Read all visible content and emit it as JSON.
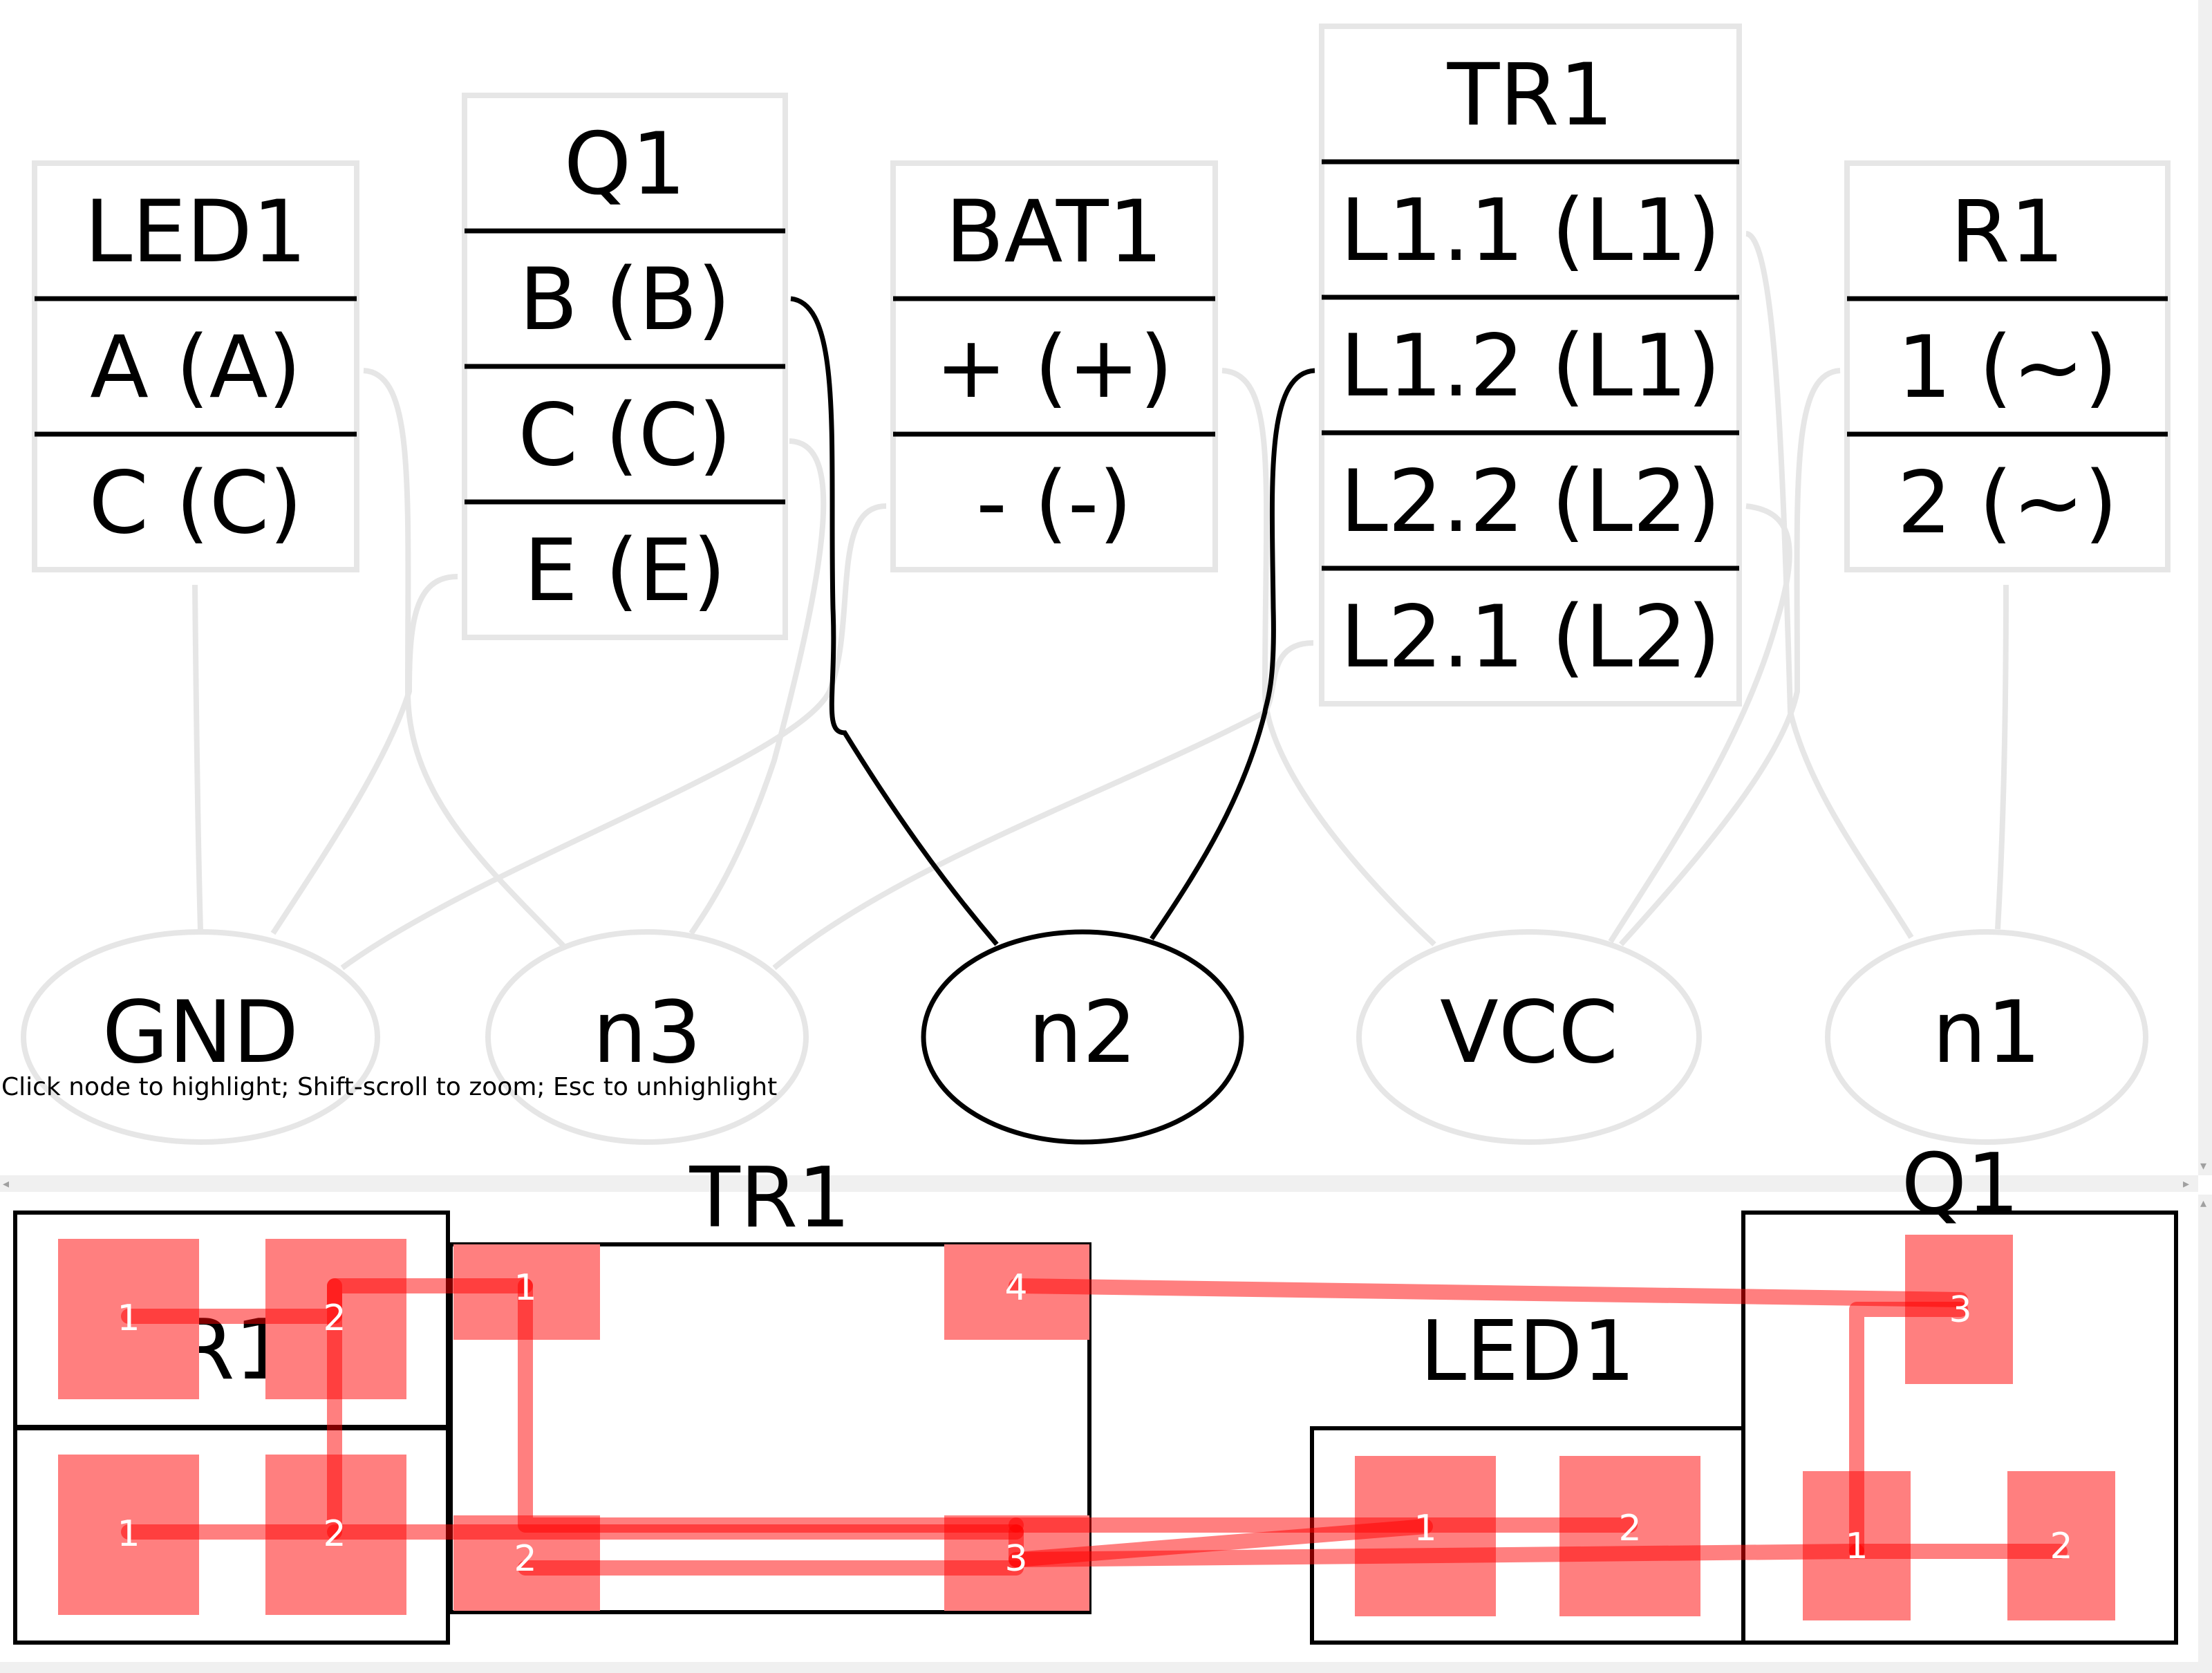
{
  "schematic": {
    "components": [
      {
        "ref": "LED1",
        "pins": [
          "A (A)",
          "C (C)"
        ]
      },
      {
        "ref": "Q1",
        "pins": [
          "B (B)",
          "C (C)",
          "E (E)"
        ]
      },
      {
        "ref": "BAT1",
        "pins": [
          "+ (+)",
          "- (-)"
        ]
      },
      {
        "ref": "TR1",
        "pins": [
          "L1.1 (L1)",
          "L1.2 (L1)",
          "L2.2 (L2)",
          "L2.1 (L2)"
        ]
      },
      {
        "ref": "R1",
        "pins": [
          "1 (~)",
          "2 (~)"
        ]
      }
    ],
    "nets": [
      "GND",
      "n3",
      "n2",
      "VCC",
      "n1"
    ],
    "highlighted_net": "n2",
    "hint": "Click node to highlight; Shift-scroll to zoom; Esc to unhighlight"
  },
  "pcb": {
    "footprints": [
      {
        "ref": "R1",
        "pads": [
          "1",
          "2",
          "1",
          "2"
        ]
      },
      {
        "ref": "TR1",
        "pads": [
          "1",
          "4",
          "2",
          "3"
        ]
      },
      {
        "ref": "LED1",
        "pads": [
          "1",
          "2"
        ]
      },
      {
        "ref": "Q1",
        "pads": [
          "3",
          "1",
          "2"
        ]
      }
    ]
  },
  "colors": {
    "highlight": "#000000",
    "dimmed": "#e6e6e6",
    "pad": "#ff7f7f",
    "trace": "#ff0000"
  }
}
